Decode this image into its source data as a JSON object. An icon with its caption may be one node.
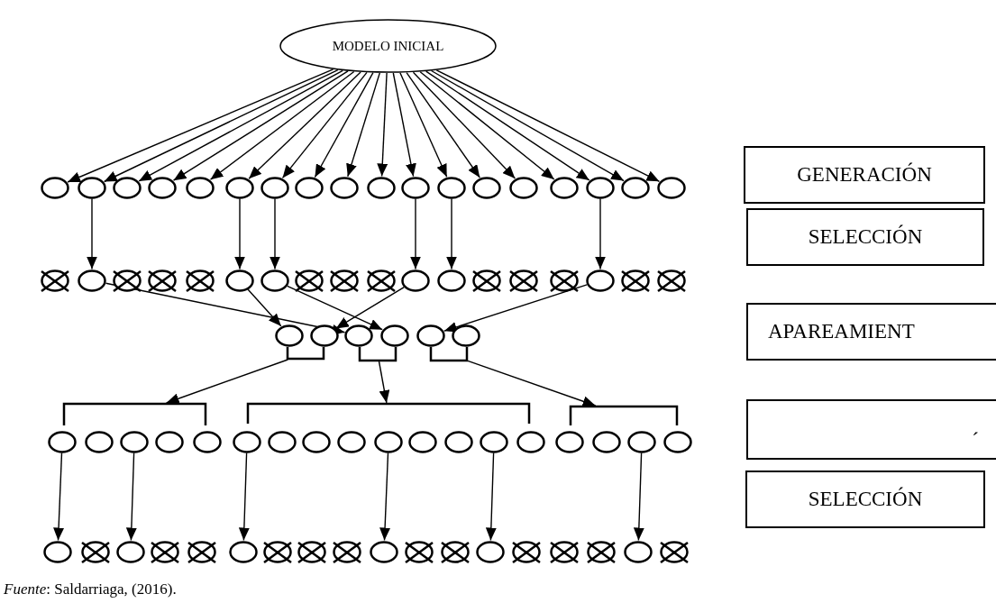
{
  "diagram": {
    "caption": "*Fuente*: Saldarriaga, (2016).",
    "nodes": [
      {
        "text": [
          "MODELO INICIAL"
        ]
      },
      {
        "text": [],
        "shape": "circle"
      },
      {
        "text": [],
        "shape": "circle"
      },
      {
        "text": [],
        "shape": "circle"
      },
      {
        "text": [],
        "shape": "circle"
      },
      {
        "text": [],
        "shape": "circle"
      },
      {
        "text": [],
        "shape": "circle"
      },
      {
        "text": [],
        "shape": "circle"
      },
      {
        "text": [],
        "shape": "circle"
      },
      {
        "text": [],
        "shape": "circle"
      },
      {
        "text": [],
        "shape": "circle"
      },
      {
        "text": [],
        "shape": "circle"
      },
      {
        "text": [],
        "shape": "circle"
      },
      {
        "text": [],
        "shape": "circle"
      },
      {
        "text": [],
        "shape": "circle"
      },
      {
        "text": [],
        "shape": "circle"
      },
      {
        "text": [],
        "shape": "circle"
      },
      {
        "text": [],
        "shape": "circle"
      },
      {
        "text": [],
        "shape": "circle"
      },
      {
        "text": [],
        "shape": "crossed-circle"
      },
      {
        "text": [],
        "shape": "circle"
      },
      {
        "text": [],
        "shape": "crossed-circle"
      },
      {
        "text": [],
        "shape": "crossed-circle"
      },
      {
        "text": [],
        "shape": "crossed-circle"
      },
      {
        "text": [],
        "shape": "circle"
      },
      {
        "text": [],
        "shape": "circle"
      },
      {
        "text": [],
        "shape": "crossed-circle"
      },
      {
        "text": [],
        "shape": "crossed-circle"
      },
      {
        "text": [],
        "shape": "crossed-circle"
      },
      {
        "text": [],
        "shape": "circle"
      },
      {
        "text": [],
        "shape": "circle"
      },
      {
        "text": [],
        "shape": "crossed-circle"
      },
      {
        "text": [],
        "shape": "crossed-circle"
      },
      {
        "text": [],
        "shape": "crossed-circle"
      },
      {
        "text": [],
        "shape": "circle"
      },
      {
        "text": [],
        "shape": "crossed-circle"
      },
      {
        "text": [],
        "shape": "crossed-circle"
      },
      {
        "text": [],
        "shape": "circle"
      },
      {
        "text": [],
        "shape": "circle"
      },
      {
        "text": [],
        "shape": "circle"
      },
      {
        "text": [],
        "shape": "circle"
      },
      {
        "text": [],
        "shape": "circle"
      },
      {
        "text": [],
        "shape": "circle"
      },
      {
        "text": [],
        "shape": "bracket"
      },
      {
        "text": [],
        "shape": "bracket"
      },
      {
        "text": [],
        "shape": "bracket"
      },
      {
        "text": [],
        "shape": "bracket"
      },
      {
        "text": [],
        "shape": "bracket"
      },
      {
        "text": [],
        "shape": "bracket"
      },
      {
        "text": [],
        "shape": "circle"
      },
      {
        "text": [],
        "shape": "circle"
      },
      {
        "text": [],
        "shape": "circle"
      },
      {
        "text": [],
        "shape": "circle"
      },
      {
        "text": [],
        "shape": "circle"
      },
      {
        "text": [],
        "shape": "circle"
      },
      {
        "text": [],
        "shape": "circle"
      },
      {
        "text": [],
        "shape": "circle"
      },
      {
        "text": [],
        "shape": "circle"
      },
      {
        "text": [],
        "shape": "circle"
      },
      {
        "text": [],
        "shape": "circle"
      },
      {
        "text": [],
        "shape": "circle"
      },
      {
        "text": [],
        "shape": "circle"
      },
      {
        "text": [],
        "shape": "circle"
      },
      {
        "text": [],
        "shape": "circle"
      },
      {
        "text": [],
        "shape": "circle"
      },
      {
        "text": [],
        "shape": "circle"
      },
      {
        "text": [],
        "shape": "circle"
      },
      {
        "text": [],
        "shape": "circle"
      },
      {
        "text": [],
        "shape": "crossed-circle"
      },
      {
        "text": [],
        "shape": "circle"
      },
      {
        "text": [],
        "shape": "crossed-circle"
      },
      {
        "text": [],
        "shape": "crossed-circle"
      },
      {
        "text": [],
        "shape": "circle"
      },
      {
        "text": [],
        "shape": "crossed-circle"
      },
      {
        "text": [],
        "shape": "crossed-circle"
      },
      {
        "text": [],
        "shape": "crossed-circle"
      },
      {
        "text": [],
        "shape": "circle"
      },
      {
        "text": [],
        "shape": "crossed-circle"
      },
      {
        "text": [],
        "shape": "crossed-circle"
      },
      {
        "text": [],
        "shape": "circle"
      },
      {
        "text": [],
        "shape": "crossed-circle"
      },
      {
        "text": [],
        "shape": "crossed-circle"
      },
      {
        "text": [],
        "shape": "crossed-circle"
      },
      {
        "text": [],
        "shape": "circle"
      },
      {
        "text": [],
        "shape": "crossed-circle"
      },
      {
        "text": [
          "GENERACIÓN"
        ]
      },
      {
        "text": [
          "SELECCIÓN"
        ]
      },
      {
        "text": [
          "APAREAMIENT"
        ]
      },
      {
        "text": [
          "´"
        ]
      },
      {
        "text": [
          "SELECCIÓN"
        ]
      }
    ],
    "edges": [
      {
        "from": 0,
        "to": 1,
        "arrow": "to"
      },
      {
        "from": 0,
        "to": 2,
        "arrow": "to"
      },
      {
        "from": 0,
        "to": 3,
        "arrow": "to"
      },
      {
        "from": 0,
        "to": 4,
        "arrow": "to"
      },
      {
        "from": 0,
        "to": 5,
        "arrow": "to"
      },
      {
        "from": 0,
        "to": 6,
        "arrow": "to"
      },
      {
        "from": 0,
        "to": 7,
        "arrow": "to"
      },
      {
        "from": 0,
        "to": 8,
        "arrow": "to"
      },
      {
        "from": 0,
        "to": 9,
        "arrow": "to"
      },
      {
        "from": 0,
        "to": 10,
        "arrow": "to"
      },
      {
        "from": 0,
        "to": 11,
        "arrow": "to"
      },
      {
        "from": 0,
        "to": 12,
        "arrow": "to"
      },
      {
        "from": 0,
        "to": 13,
        "arrow": "to"
      },
      {
        "from": 0,
        "to": 14,
        "arrow": "to"
      },
      {
        "from": 0,
        "to": 15,
        "arrow": "to"
      },
      {
        "from": 0,
        "to": 16,
        "arrow": "to"
      },
      {
        "from": 0,
        "to": 17,
        "arrow": "to"
      },
      {
        "from": 0,
        "to": 18,
        "arrow": "to"
      },
      {
        "from": 2,
        "to": 20,
        "arrow": "to"
      },
      {
        "from": 6,
        "to": 24,
        "arrow": "to"
      },
      {
        "from": 7,
        "to": 25,
        "arrow": "to"
      },
      {
        "from": 11,
        "to": 29,
        "arrow": "to"
      },
      {
        "from": 12,
        "to": 30,
        "arrow": "to"
      },
      {
        "from": 16,
        "to": 34,
        "arrow": "to"
      },
      {
        "from": 20,
        "to": 39,
        "arrow": "to"
      },
      {
        "from": 24,
        "to": 37,
        "arrow": "to"
      },
      {
        "from": 25,
        "to": 40,
        "arrow": "to"
      },
      {
        "from": 29,
        "to": 38,
        "arrow": "to"
      },
      {
        "from": 34,
        "to": 41,
        "arrow": "to"
      },
      {
        "from": 43,
        "to": 46,
        "arrow": "to"
      },
      {
        "from": 44,
        "to": 47,
        "arrow": "to"
      },
      {
        "from": 45,
        "to": 48,
        "arrow": "to"
      },
      {
        "from": 49,
        "to": 67,
        "arrow": "to"
      },
      {
        "from": 51,
        "to": 69,
        "arrow": "to"
      },
      {
        "from": 54,
        "to": 72,
        "arrow": "to"
      },
      {
        "from": 58,
        "to": 76,
        "arrow": "to"
      },
      {
        "from": 61,
        "to": 79,
        "arrow": "to"
      },
      {
        "from": 65,
        "to": 83,
        "arrow": "to"
      }
    ]
  }
}
